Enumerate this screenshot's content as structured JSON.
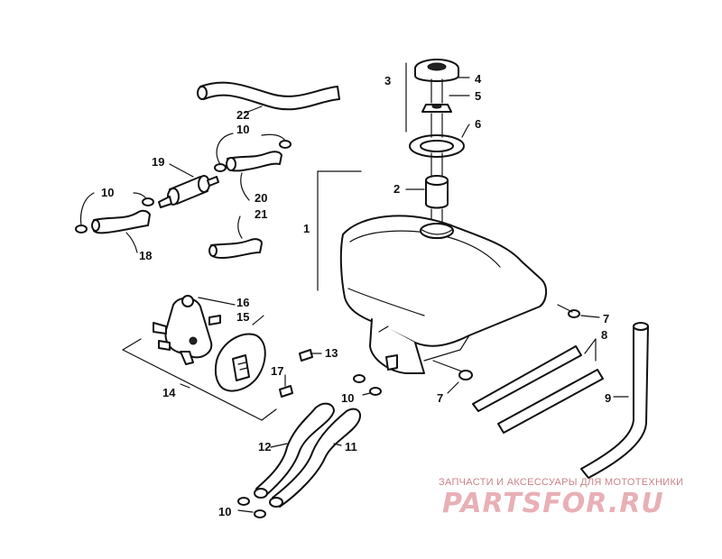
{
  "callouts": {
    "c1": "1",
    "c2": "2",
    "c3": "3",
    "c4": "4",
    "c5": "5",
    "c6": "6",
    "c7a": "7",
    "c7b": "7",
    "c8": "8",
    "c9": "9",
    "c10a": "10",
    "c10b": "10",
    "c10c": "10",
    "c10d": "10",
    "c11": "11",
    "c12": "12",
    "c13": "13",
    "c14": "14",
    "c15": "15",
    "c16": "16",
    "c17": "17",
    "c18": "18",
    "c19": "19",
    "c20": "20",
    "c21": "21",
    "c22": "22"
  },
  "watermark": {
    "tagline": "ЗАПЧАСТИ И АКСЕССУАРЫ ДЛЯ МОТОТЕХНИКИ",
    "logo": "PARTSFOR.RU"
  },
  "colors": {
    "line": "#111111",
    "watermark": "#e8b0b6"
  }
}
